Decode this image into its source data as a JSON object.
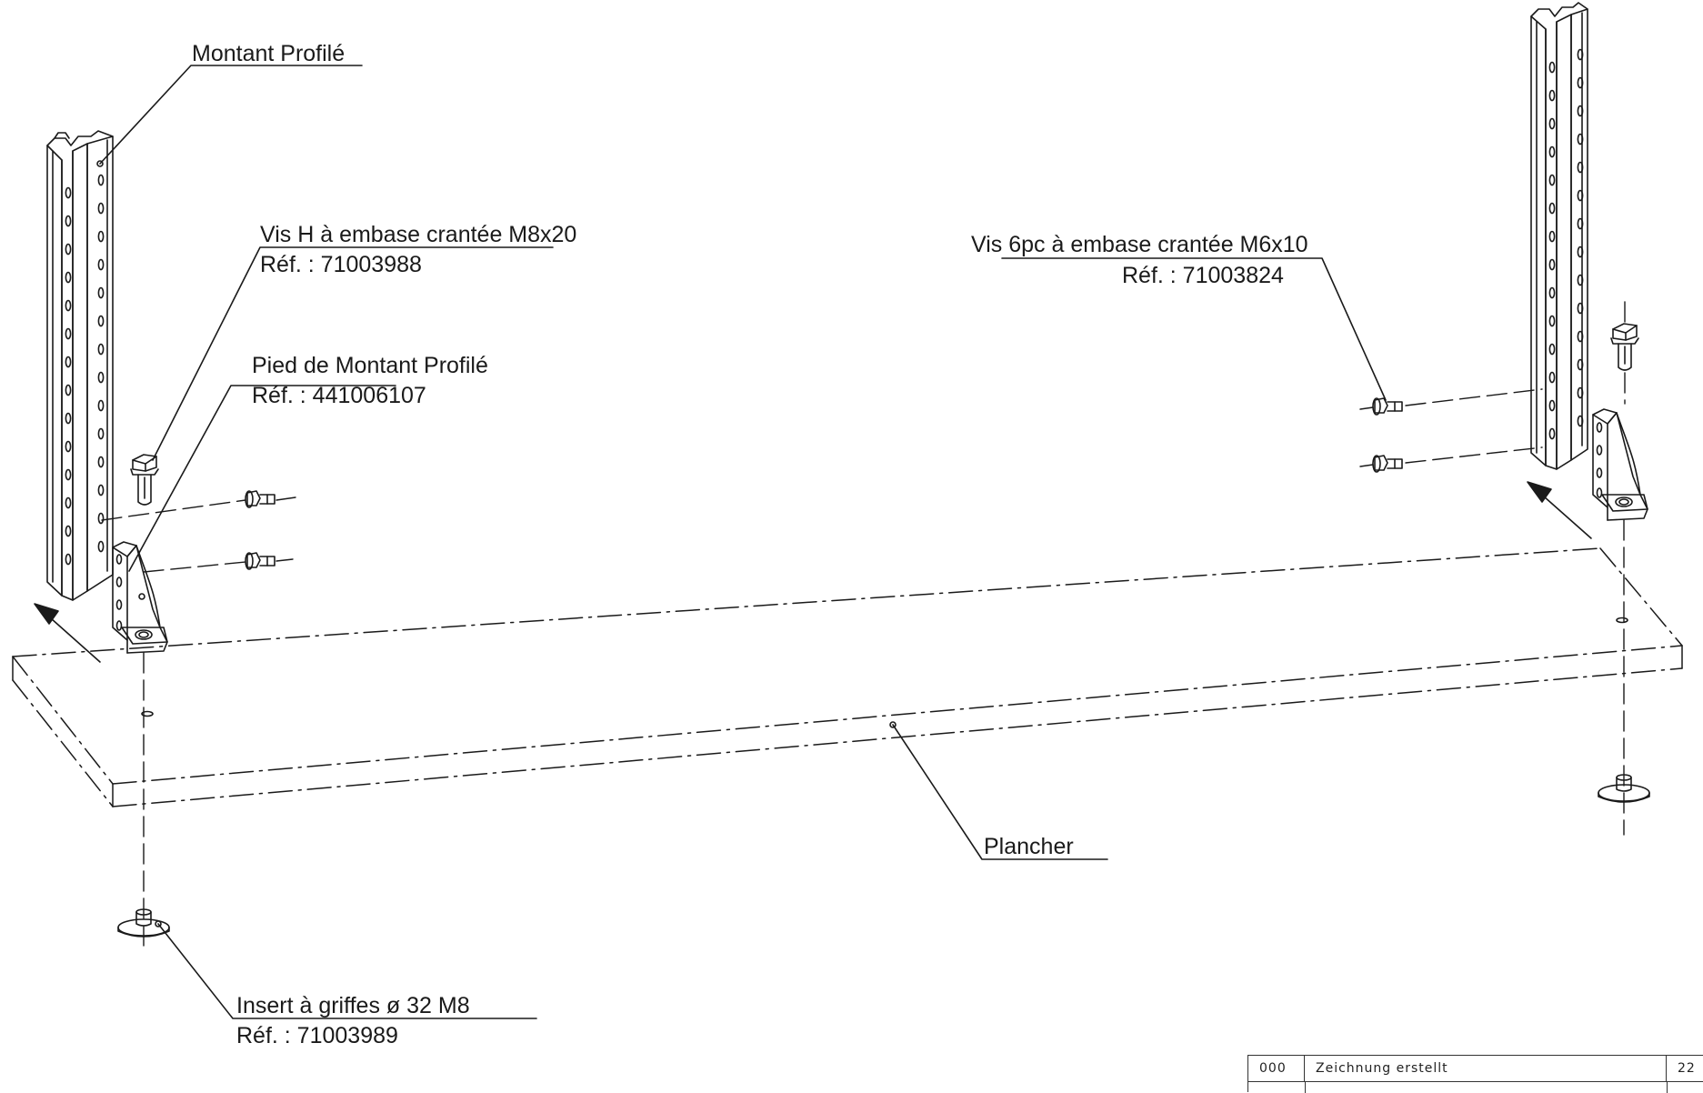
{
  "callouts": {
    "montant_profile": "Montant Profilé",
    "vis_h_title": "Vis H à embase crantée M8x20",
    "vis_h_ref": "Réf. : 71003988",
    "pied_title": "Pied de Montant Profilé",
    "pied_ref": "Réf. : 441006107",
    "vis_6pc_title": "Vis 6pc à embase crantée M6x10",
    "vis_6pc_ref": "Réf. : 71003824",
    "plancher": "Plancher",
    "insert_title": "Insert à griffes ø 32 M8",
    "insert_ref": "Réf. : 71003989"
  },
  "title_block": {
    "revision": "000",
    "description": "Zeichnung erstellt",
    "date_fragment": "22"
  }
}
